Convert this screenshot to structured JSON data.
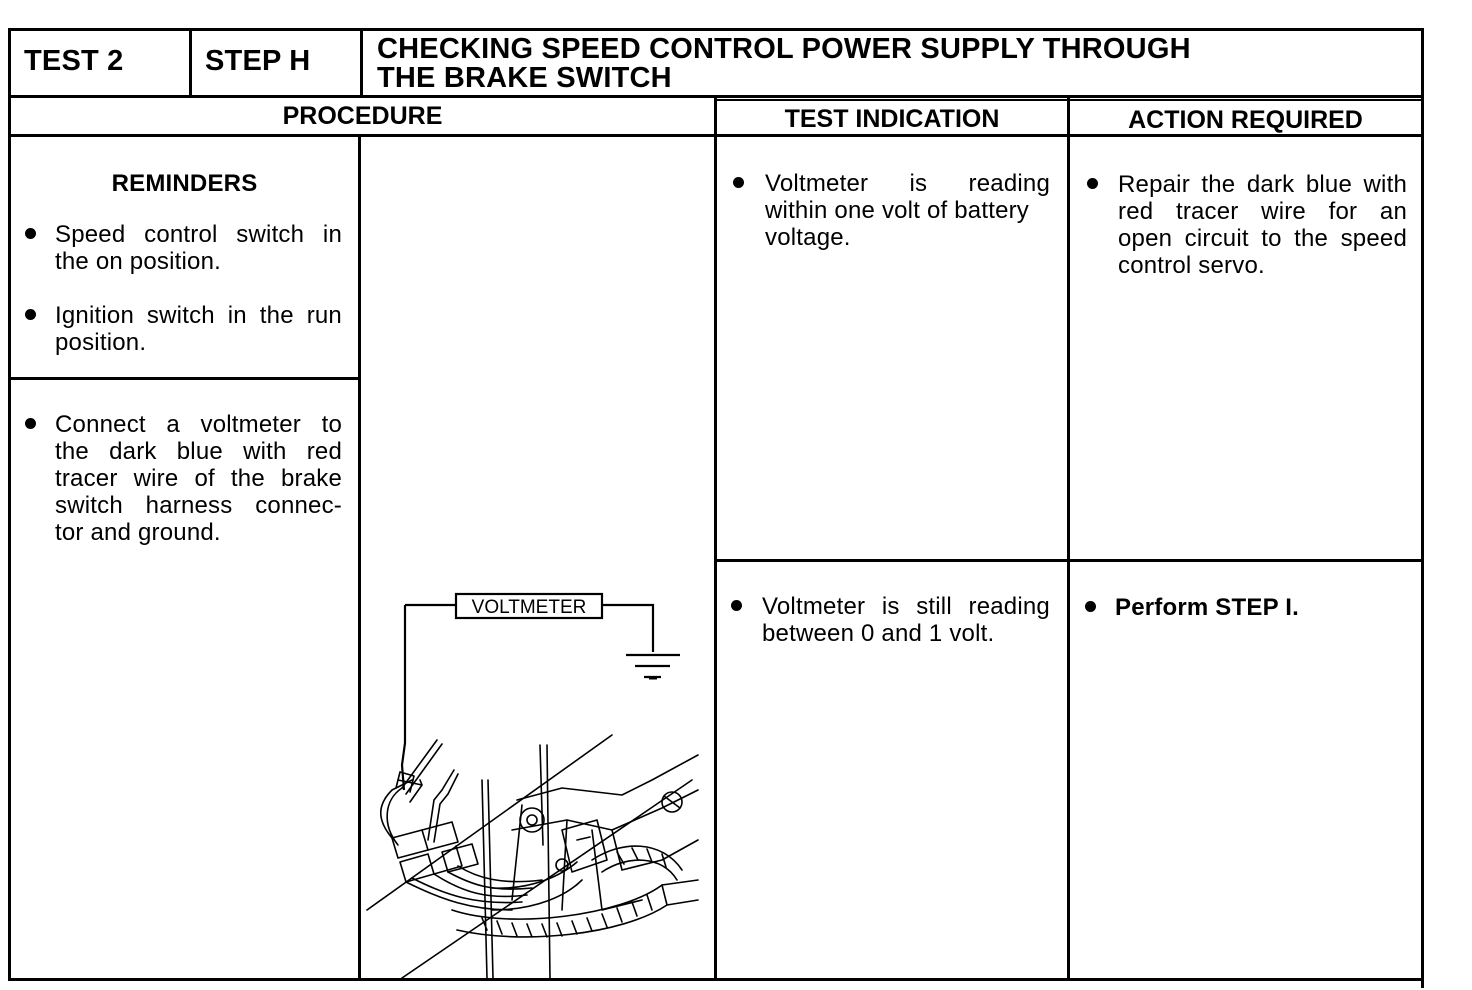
{
  "header": {
    "test": "TEST 2",
    "step": "STEP H",
    "title_line1": "CHECKING SPEED CONTROL POWER SUPPLY THROUGH",
    "title_line2": "THE BRAKE SWITCH"
  },
  "columns": {
    "procedure": "PROCEDURE",
    "test_indication": "TEST INDICATION",
    "action_required": "ACTION REQUIRED"
  },
  "reminders": {
    "title": "REMINDERS",
    "items": [
      [
        "Speed control switch in",
        "the on position."
      ],
      [
        "Ignition switch in the run",
        "position."
      ]
    ]
  },
  "procedure_step": [
    "Connect a voltmeter to",
    "the dark blue with red",
    "tracer wire of the brake",
    "switch harness connec-",
    "tor and ground."
  ],
  "illustration": {
    "label": "VOLTMETER"
  },
  "rows": [
    {
      "indication": [
        "Voltmeter is reading",
        "within one volt of battery",
        "voltage."
      ],
      "action": [
        "Repair the dark blue with",
        "red tracer wire for an",
        "open circuit to the speed",
        "control servo."
      ]
    },
    {
      "indication": [
        "Voltmeter is still reading",
        "between 0 and 1 volt."
      ],
      "action": [
        "Perform STEP I."
      ]
    }
  ]
}
